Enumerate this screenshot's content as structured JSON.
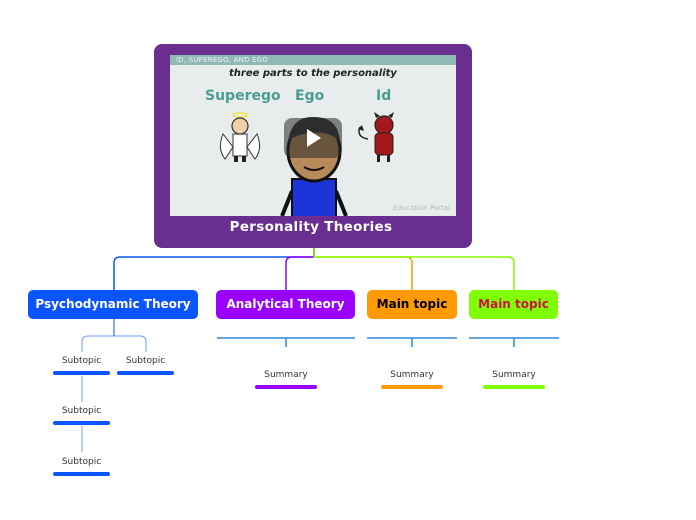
{
  "central_topic": {
    "title": "Personality Theories",
    "background_color": "#6a2e91",
    "video": {
      "strip_text": "ID, SUPEREGO, AND EGO",
      "heading": "three parts to the personality",
      "labels": [
        "Superego",
        "Ego",
        "Id"
      ],
      "watermark": "Education Portal",
      "play_icon": "play-icon"
    }
  },
  "main_topics": [
    {
      "label": "Psychodynamic Theory",
      "color": "#0a55ff",
      "text_color": "#ffffff",
      "subtopics": [
        "Subtopic",
        "Subtopic",
        "Subtopic",
        "Subtopic"
      ]
    },
    {
      "label": "Analytical Theory",
      "color": "#9a00ff",
      "text_color": "#ffffff",
      "summary": "Summary"
    },
    {
      "label": "Main topic",
      "color": "#ff9a00",
      "text_color": "#000000",
      "summary": "Summary"
    },
    {
      "label": "Main topic",
      "color": "#80ff00",
      "text_color": "#cc1144",
      "summary": "Summary"
    }
  ]
}
